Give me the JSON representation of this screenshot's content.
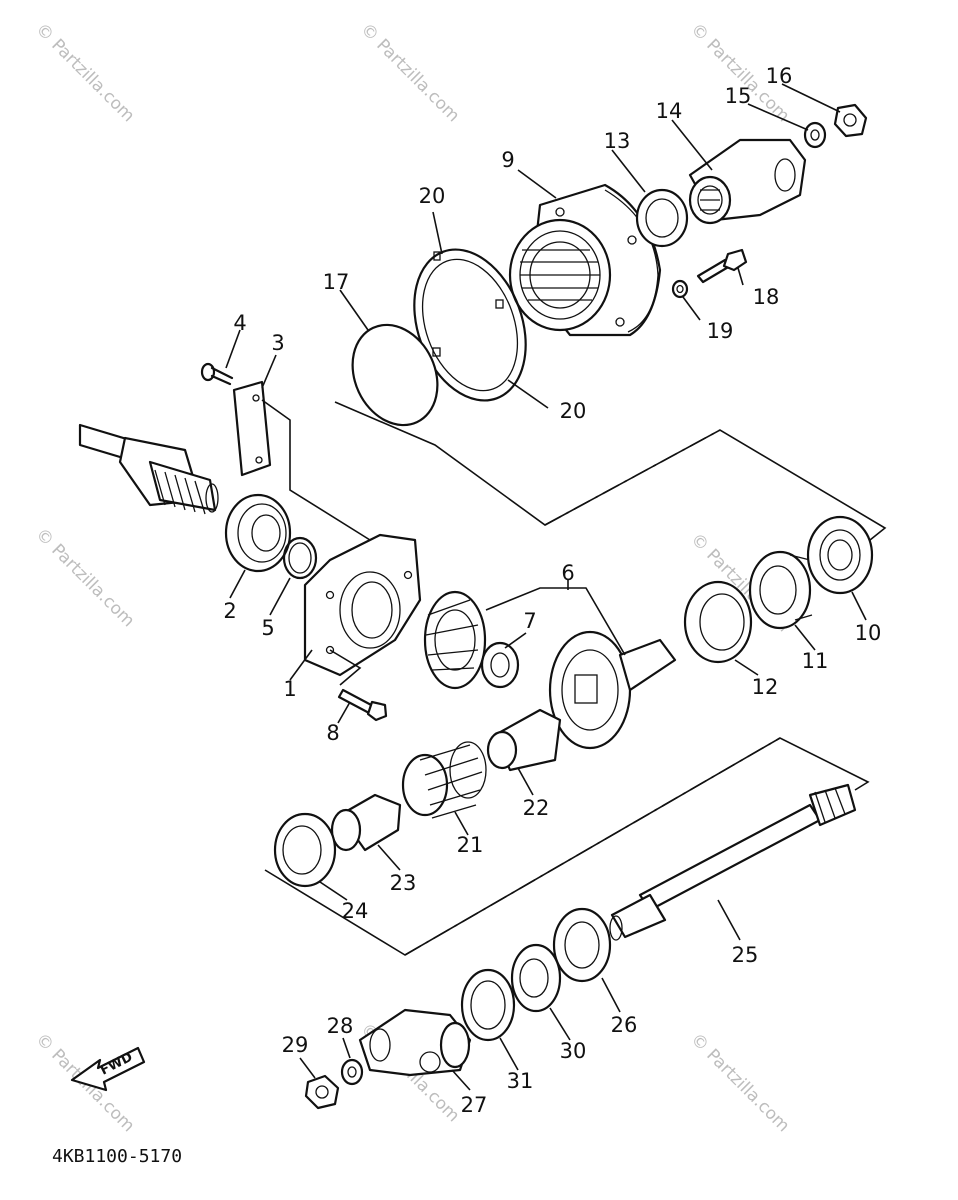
{
  "diagram_code": "4KB1100-5170",
  "fwd_label": "FWD",
  "watermark": "© Partzilla.com",
  "callouts": {
    "c1": "1",
    "c2": "2",
    "c3": "3",
    "c4": "4",
    "c5": "5",
    "c6": "6",
    "c7": "7",
    "c8": "8",
    "c9": "9",
    "c10": "10",
    "c11": "11",
    "c12": "12",
    "c13": "13",
    "c14": "14",
    "c15": "15",
    "c16": "16",
    "c17": "17",
    "c18": "18",
    "c19": "19",
    "c20a": "20",
    "c20b": "20",
    "c21": "21",
    "c22": "22",
    "c23": "23",
    "c24": "24",
    "c25": "25",
    "c26": "26",
    "c27": "27",
    "c28": "28",
    "c29": "29",
    "c30": "30",
    "c31": "31"
  }
}
